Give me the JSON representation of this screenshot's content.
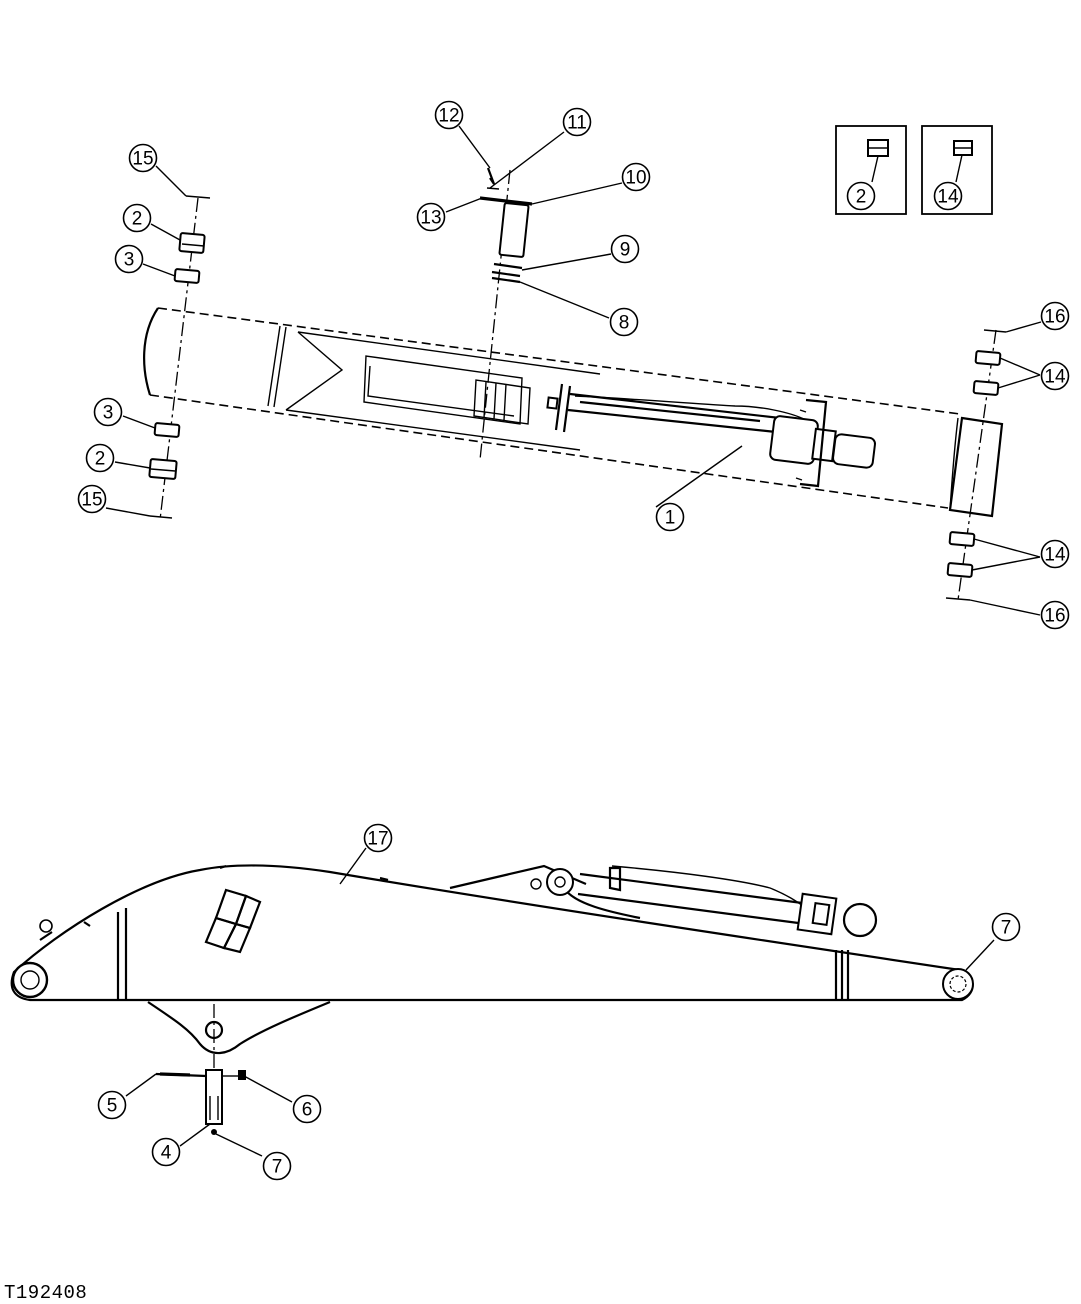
{
  "figure_id": "T192408",
  "callouts": {
    "c1": "1",
    "c2a": "2",
    "c2b": "2",
    "c2box": "2",
    "c3a": "3",
    "c3b": "3",
    "c4": "4",
    "c5": "5",
    "c6": "6",
    "c7a": "7",
    "c7b": "7",
    "c8": "8",
    "c9": "9",
    "c10": "10",
    "c11": "11",
    "c12": "12",
    "c13": "13",
    "c14a": "14",
    "c14b": "14",
    "c14box": "14",
    "c15a": "15",
    "c15b": "15",
    "c16a": "16",
    "c16b": "16",
    "c17": "17"
  }
}
